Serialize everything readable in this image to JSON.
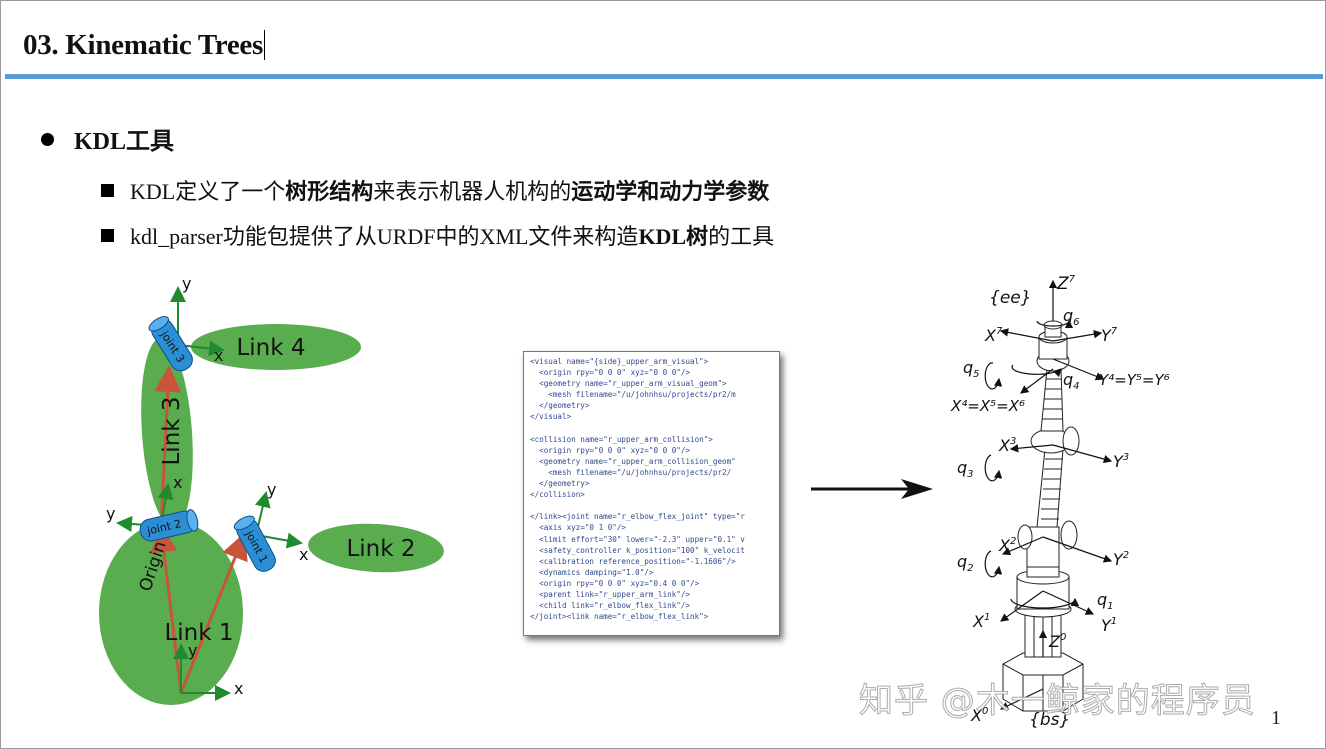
{
  "slide": {
    "title": "03. Kinematic Trees",
    "page_number": "1",
    "accent_color": "#5b9bd5"
  },
  "bullet": {
    "heading": "KDL工具",
    "items": [
      {
        "t1": "KDL定义了一个",
        "b1": "树形结构",
        "t2": "来表示机器人机构的",
        "b2": "运动学和动力学参数",
        "t3": ""
      },
      {
        "t1": "kdl_parser功能包提供了从URDF中的XML文件来构造",
        "b1": "KDL树",
        "t2": "的工具",
        "b2": "",
        "t3": ""
      }
    ]
  },
  "left_diagram": {
    "links": [
      "Link 1",
      "Link 2",
      "Link 3",
      "Link 4"
    ],
    "joints": [
      "joint 1",
      "joint 2",
      "joint 3"
    ],
    "origin_label": "Origin",
    "axis_x": "x",
    "axis_y": "y",
    "link_color": "#5aad4e",
    "joint_color": "#2c8fd6"
  },
  "code": {
    "lines": [
      "<visual name=\"{side}_upper_arm_visual\">",
      "  <origin rpy=\"0 0 0\" xyz=\"0 0 0\"/>",
      "  <geometry name=\"r_upper_arm_visual_geom\">",
      "    <mesh filename=\"/u/johnhsu/projects/pr2/m",
      "  </geometry>",
      "</visual>",
      "",
      "<collision name=\"r_upper_arm_collision\">",
      "  <origin rpy=\"0 0 0\" xyz=\"0 0 0\"/>",
      "  <geometry name=\"r_upper_arm_collision_geom\"",
      "    <mesh filename=\"/u/johnhsu/projects/pr2/",
      "  </geometry>",
      "</collision>",
      "",
      "</link><joint name=\"r_elbow_flex_joint\" type=\"r",
      "  <axis xyz=\"0 1 0\"/>",
      "  <limit effort=\"30\" lower=\"-2.3\" upper=\"0.1\" v",
      "  <safety_controller k_position=\"100\" k_velocit",
      "  <calibration reference_position=\"-1.1606\"/>",
      "  <dynamics damping=\"1.0\"/>",
      "  <origin rpy=\"0 0 0\" xyz=\"0.4 0 0\"/>",
      "  <parent link=\"r_upper_arm_link\"/>",
      "  <child link=\"r_elbow_flex_link\"/>",
      "</joint><link name=\"r_elbow_flex_link\">"
    ]
  },
  "right_diagram": {
    "top_label": "{ee}",
    "bottom_label": "{bs}",
    "z7": "Z",
    "z7_sup": "7",
    "z0": "Z",
    "z0_sup": "0",
    "q6": "q",
    "q6_sub": "6",
    "q5": "q",
    "q5_sub": "5",
    "q4": "q",
    "q4_sub": "4",
    "q3": "q",
    "q3_sub": "3",
    "q2": "q",
    "q2_sub": "2",
    "q1": "q",
    "q1_sub": "1",
    "x7": "X",
    "x7_sup": "7",
    "y7": "Y",
    "y7_sup": "7",
    "y456": "Y⁴=Y⁵=Y⁶",
    "x456": "X⁴=X⁵=X⁶",
    "x3": "X",
    "x3_sup": "3",
    "y3": "Y",
    "y3_sup": "3",
    "x2": "X",
    "x2_sup": "2",
    "y2": "Y",
    "y2_sup": "2",
    "x1": "X",
    "x1_sup": "1",
    "y1": "Y",
    "y1_sup": "1",
    "x0": "X",
    "x0_sup": "0"
  },
  "watermark": "知乎 @木一鲸家的程序员"
}
